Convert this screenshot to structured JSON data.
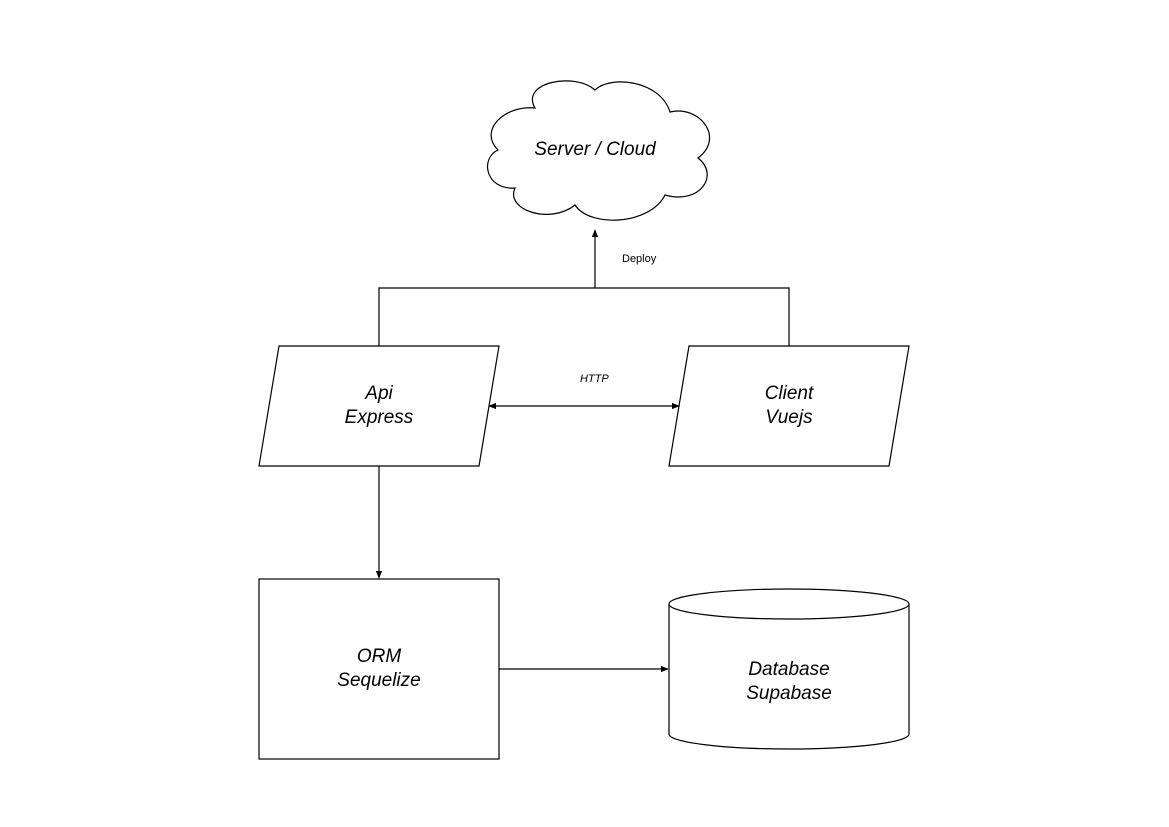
{
  "diagram": {
    "nodes": {
      "cloud": {
        "line1": "Server / Cloud"
      },
      "api": {
        "line1": "Api",
        "line2": "Express"
      },
      "client": {
        "line1": "Client",
        "line2": "Vuejs"
      },
      "orm": {
        "line1": "ORM",
        "line2": "Sequelize"
      },
      "database": {
        "line1": "Database",
        "line2": "Supabase"
      }
    },
    "edges": {
      "deploy": "Deploy",
      "http": "HTTP"
    },
    "colors": {
      "stroke": "#000000",
      "fill": "#ffffff",
      "background": "#ffffff"
    }
  }
}
